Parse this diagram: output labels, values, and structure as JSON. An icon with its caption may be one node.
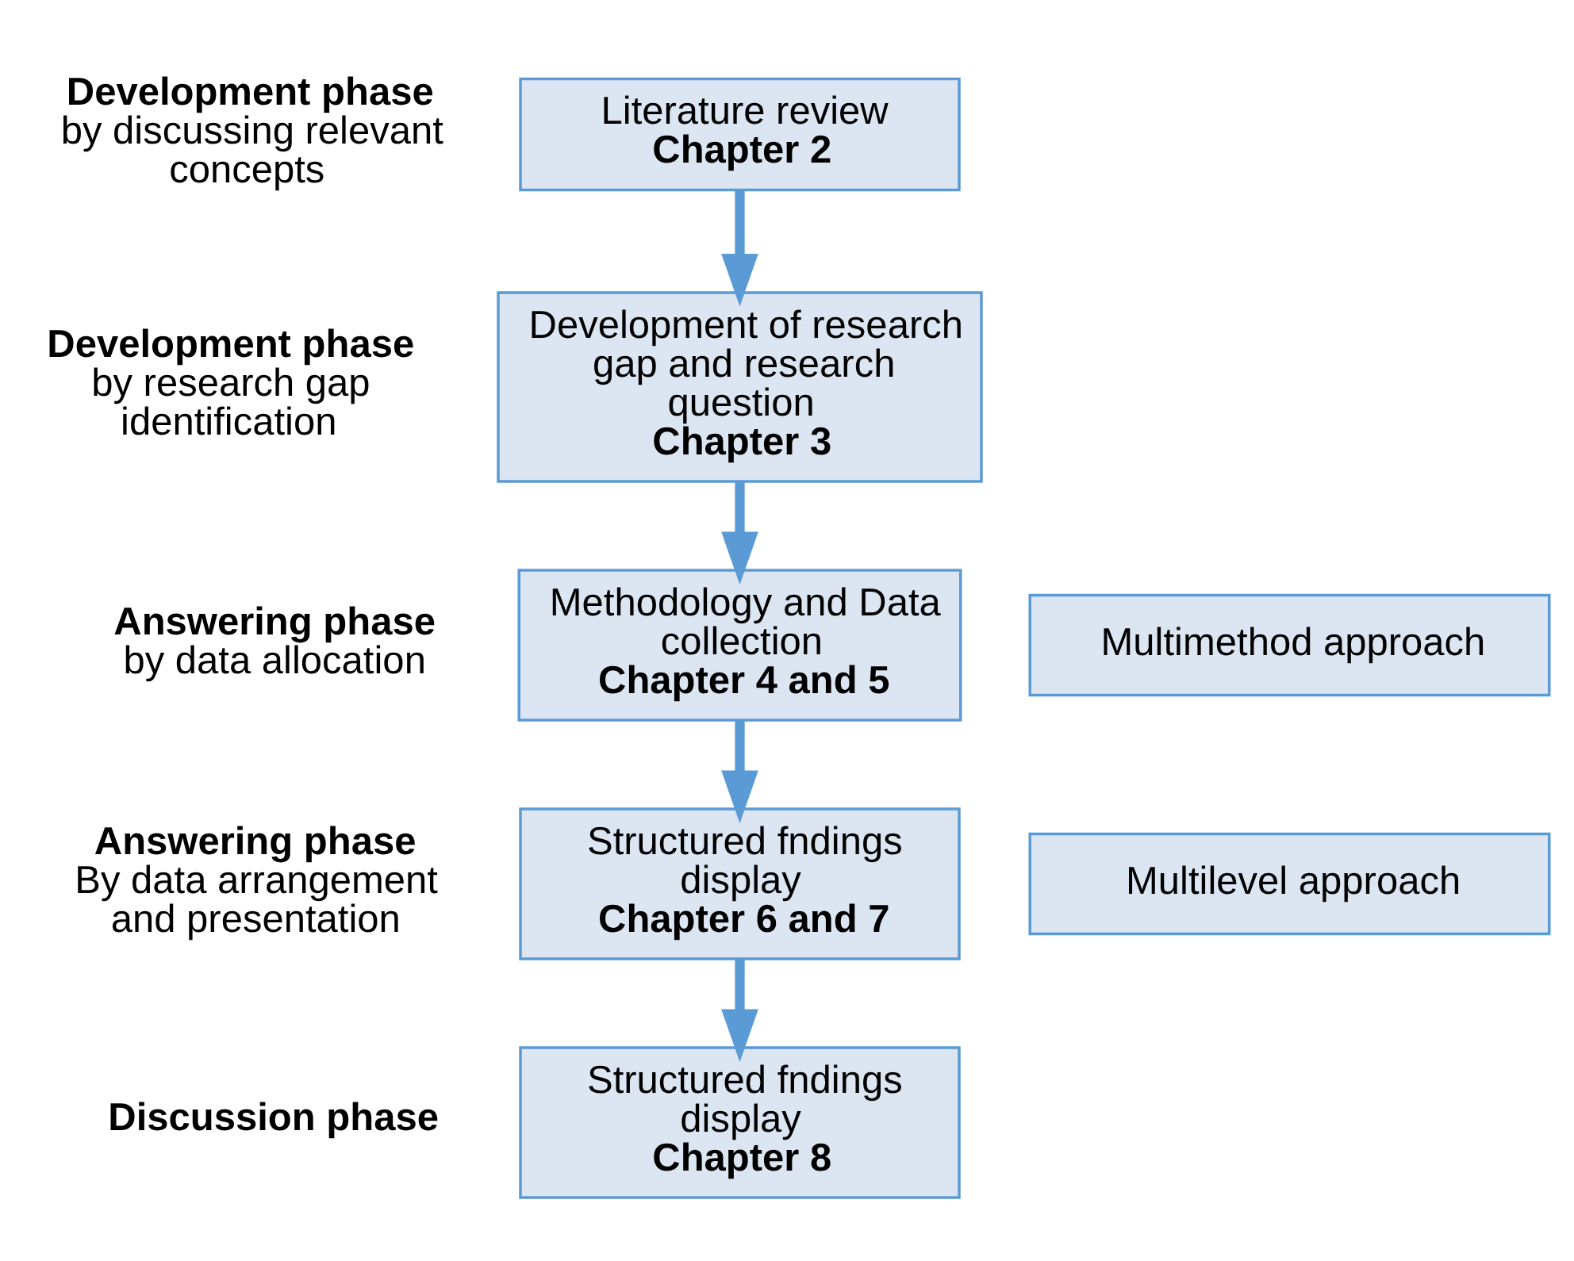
{
  "diagram": {
    "nodes": [
      {
        "text": [
          "Literature review",
          "Chapter 2"
        ],
        "beside": [
          "Development phase",
          "by discussing relevant concepts"
        ]
      },
      {
        "text": [
          "Development of research gap and research question",
          "Chapter 3"
        ],
        "beside": [
          "Development phase",
          "by research gap identification"
        ]
      },
      {
        "text": [
          "Methodology and Data collection",
          "Chapter 4 and 5"
        ],
        "beside": [
          "Answering phase",
          "by data allocation"
        ]
      },
      {
        "text": [
          "Multimethod approach"
        ]
      },
      {
        "text": [
          "Multilevel approach"
        ]
      },
      {
        "text": [
          "Structured fndings display",
          "Chapter 6 and 7"
        ],
        "beside": [
          "Answering phase",
          "By data arrangement and presentation"
        ]
      },
      {
        "text": [
          "Structured fndings display",
          "Chapter 8"
        ],
        "beside": [
          "Discussion phase"
        ]
      }
    ],
    "edges": [
      {
        "from": 0,
        "to": 1,
        "arrow": "to"
      },
      {
        "from": 1,
        "to": 2,
        "arrow": "to"
      },
      {
        "from": 2,
        "to": 5,
        "arrow": "to"
      },
      {
        "from": 5,
        "to": 6,
        "arrow": "to"
      }
    ]
  }
}
